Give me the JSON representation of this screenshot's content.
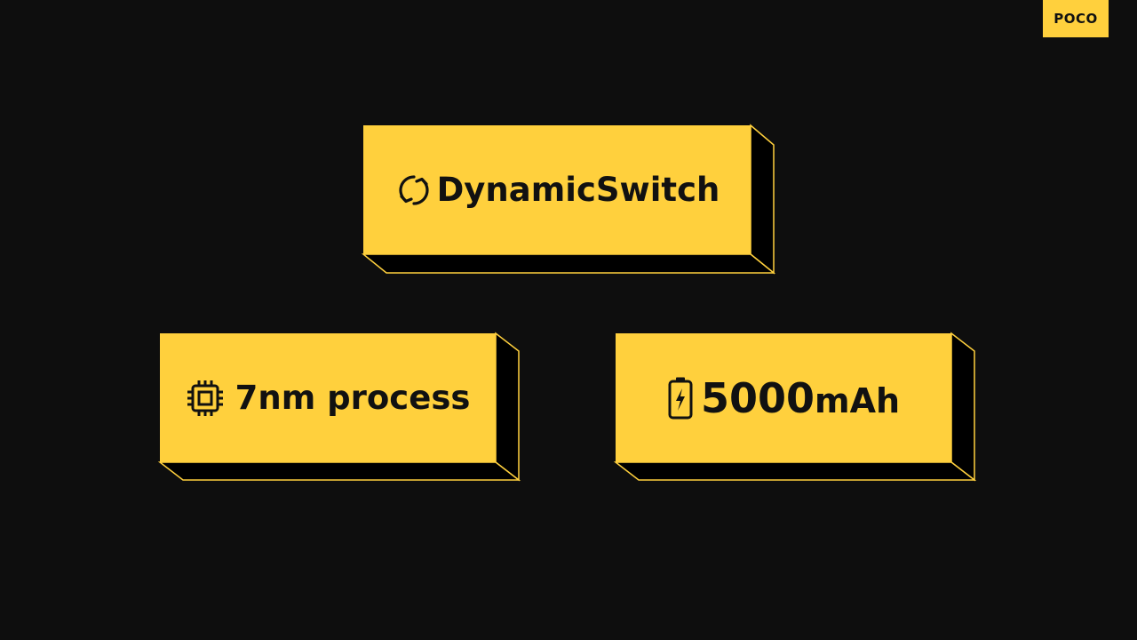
{
  "brand": {
    "logo_text": "POCO",
    "accent": "#ffd03d",
    "background": "#0e0e0e"
  },
  "features": {
    "switch": {
      "label": "DynamicSwitch",
      "icon": "refresh-icon"
    },
    "process": {
      "label": "7nm process",
      "icon": "chip-icon"
    },
    "battery": {
      "value": "5000",
      "unit": "mAh",
      "icon": "battery-charging-icon"
    }
  }
}
